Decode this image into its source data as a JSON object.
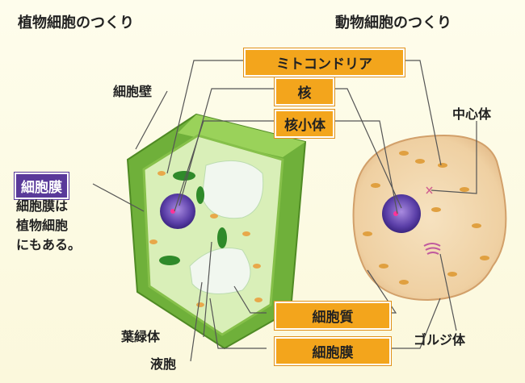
{
  "titles": {
    "plant": "植物細胞のつくり",
    "animal": "動物細胞のつくり"
  },
  "tags": {
    "mitochondria": "ミトコンドリア",
    "nucleus": "核",
    "nucleolus": "核小体",
    "cytoplasm": "細胞質",
    "membrane": "細胞膜"
  },
  "labels": {
    "cell_wall": "細胞壁",
    "centrosome": "中心体",
    "chloroplast": "葉緑体",
    "vacuole": "液胞",
    "golgi": "ゴルジ体",
    "membrane_left": "細胞膜"
  },
  "note": {
    "line1": "細胞膜は",
    "line2": "植物細胞",
    "line3": "にもある。"
  },
  "colors": {
    "tag_bg": "#f3a51c",
    "membrane_tag_bg": "#5a3a9a",
    "plant_wall": "#7cbb3c",
    "animal_body": "#f2d4a8",
    "nucleus": "#6a4fb0"
  }
}
